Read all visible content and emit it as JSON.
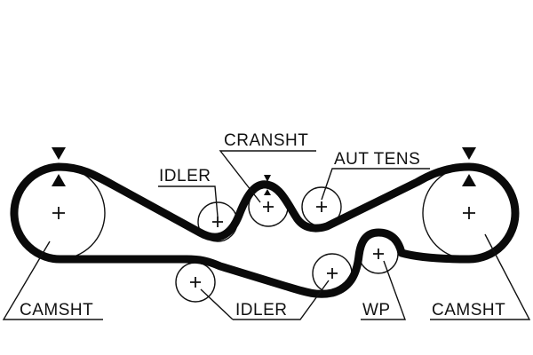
{
  "labels": {
    "camshaft_left": "CAMSHT",
    "camshaft_right": "CAMSHT",
    "crankshaft": "CRANSHT",
    "auto_tensioner": "AUT TENS",
    "idler_upper": "IDLER",
    "idler_lower": "IDLER",
    "water_pump": "WP"
  },
  "icons": {
    "timing_mark": "triangle-icon",
    "pulley_center": "plus-icon"
  },
  "colors": {
    "line": "#111111",
    "background": "#ffffff"
  }
}
